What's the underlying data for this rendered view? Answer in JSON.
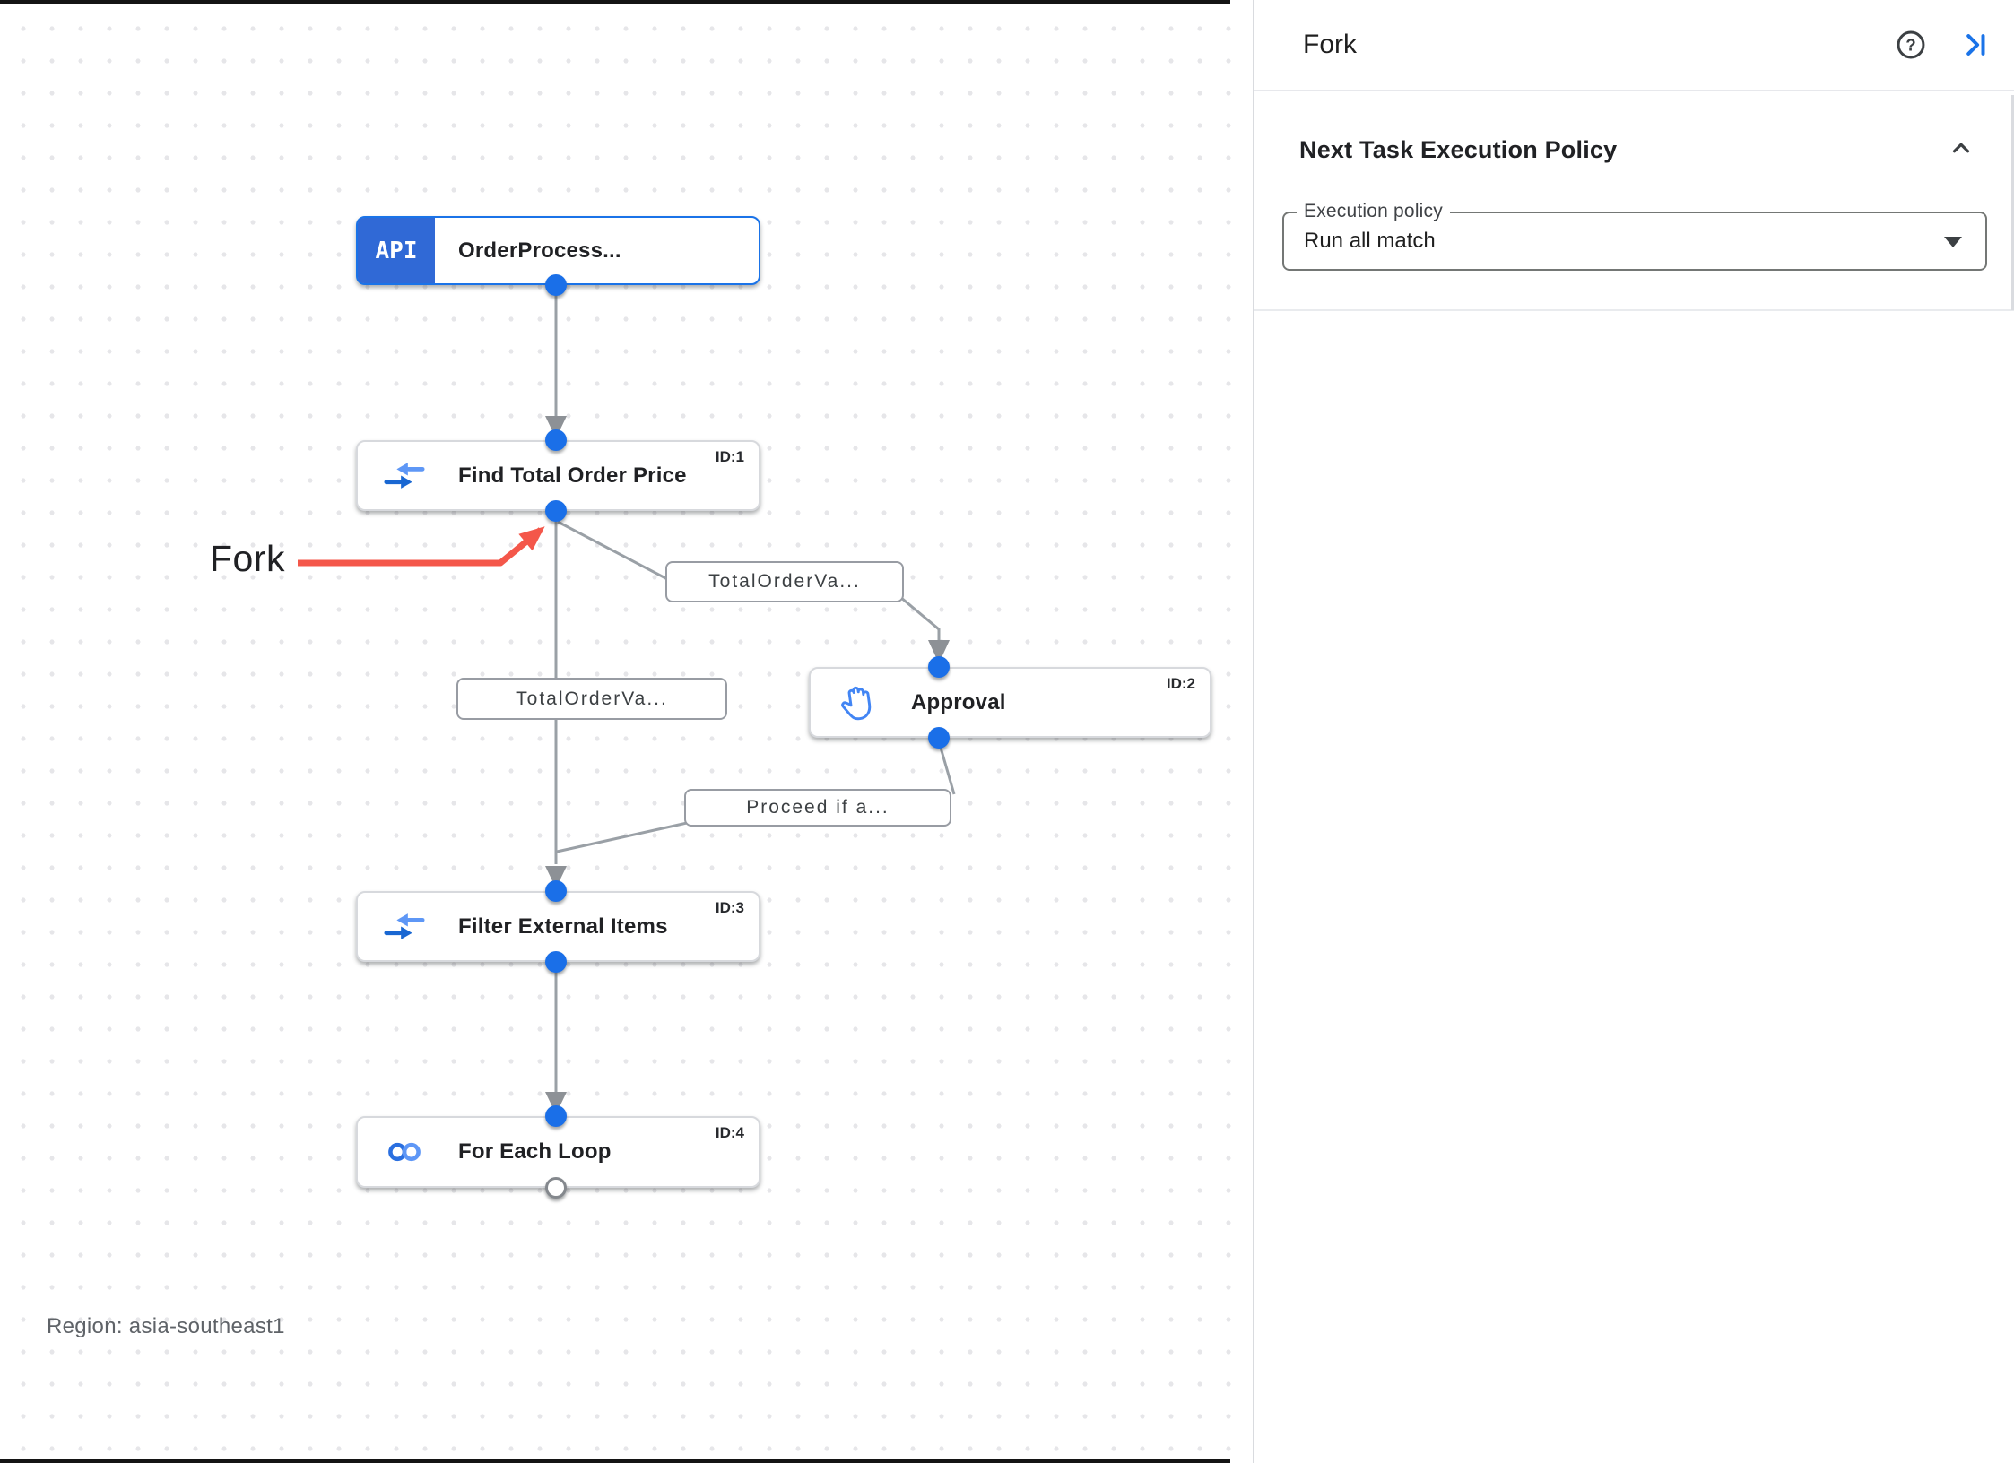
{
  "canvas": {
    "region_label": "Region: asia-southeast1",
    "annotation_label": "Fork",
    "trigger": {
      "badge": "API",
      "title": "OrderProcess..."
    },
    "tasks": [
      {
        "id": "ID:1",
        "title": "Find Total Order Price",
        "icon": "data-mapping-icon"
      },
      {
        "id": "ID:2",
        "title": "Approval",
        "icon": "approval-hand-icon"
      },
      {
        "id": "ID:3",
        "title": "Filter External Items",
        "icon": "data-mapping-icon"
      },
      {
        "id": "ID:4",
        "title": "For Each Loop",
        "icon": "for-each-loop-icon"
      }
    ],
    "edge_labels": [
      "TotalOrderVa...",
      "TotalOrderVa...",
      "Proceed if a..."
    ]
  },
  "panel": {
    "title": "Fork",
    "section": {
      "heading": "Next Task Execution Policy",
      "field_label": "Execution policy",
      "field_value": "Run all match"
    }
  },
  "colors": {
    "accent_blue": "#1a73e8",
    "trigger_blue": "#3069d6",
    "edge_gray": "#9aa0a6",
    "annotation_red": "#f4574a"
  }
}
